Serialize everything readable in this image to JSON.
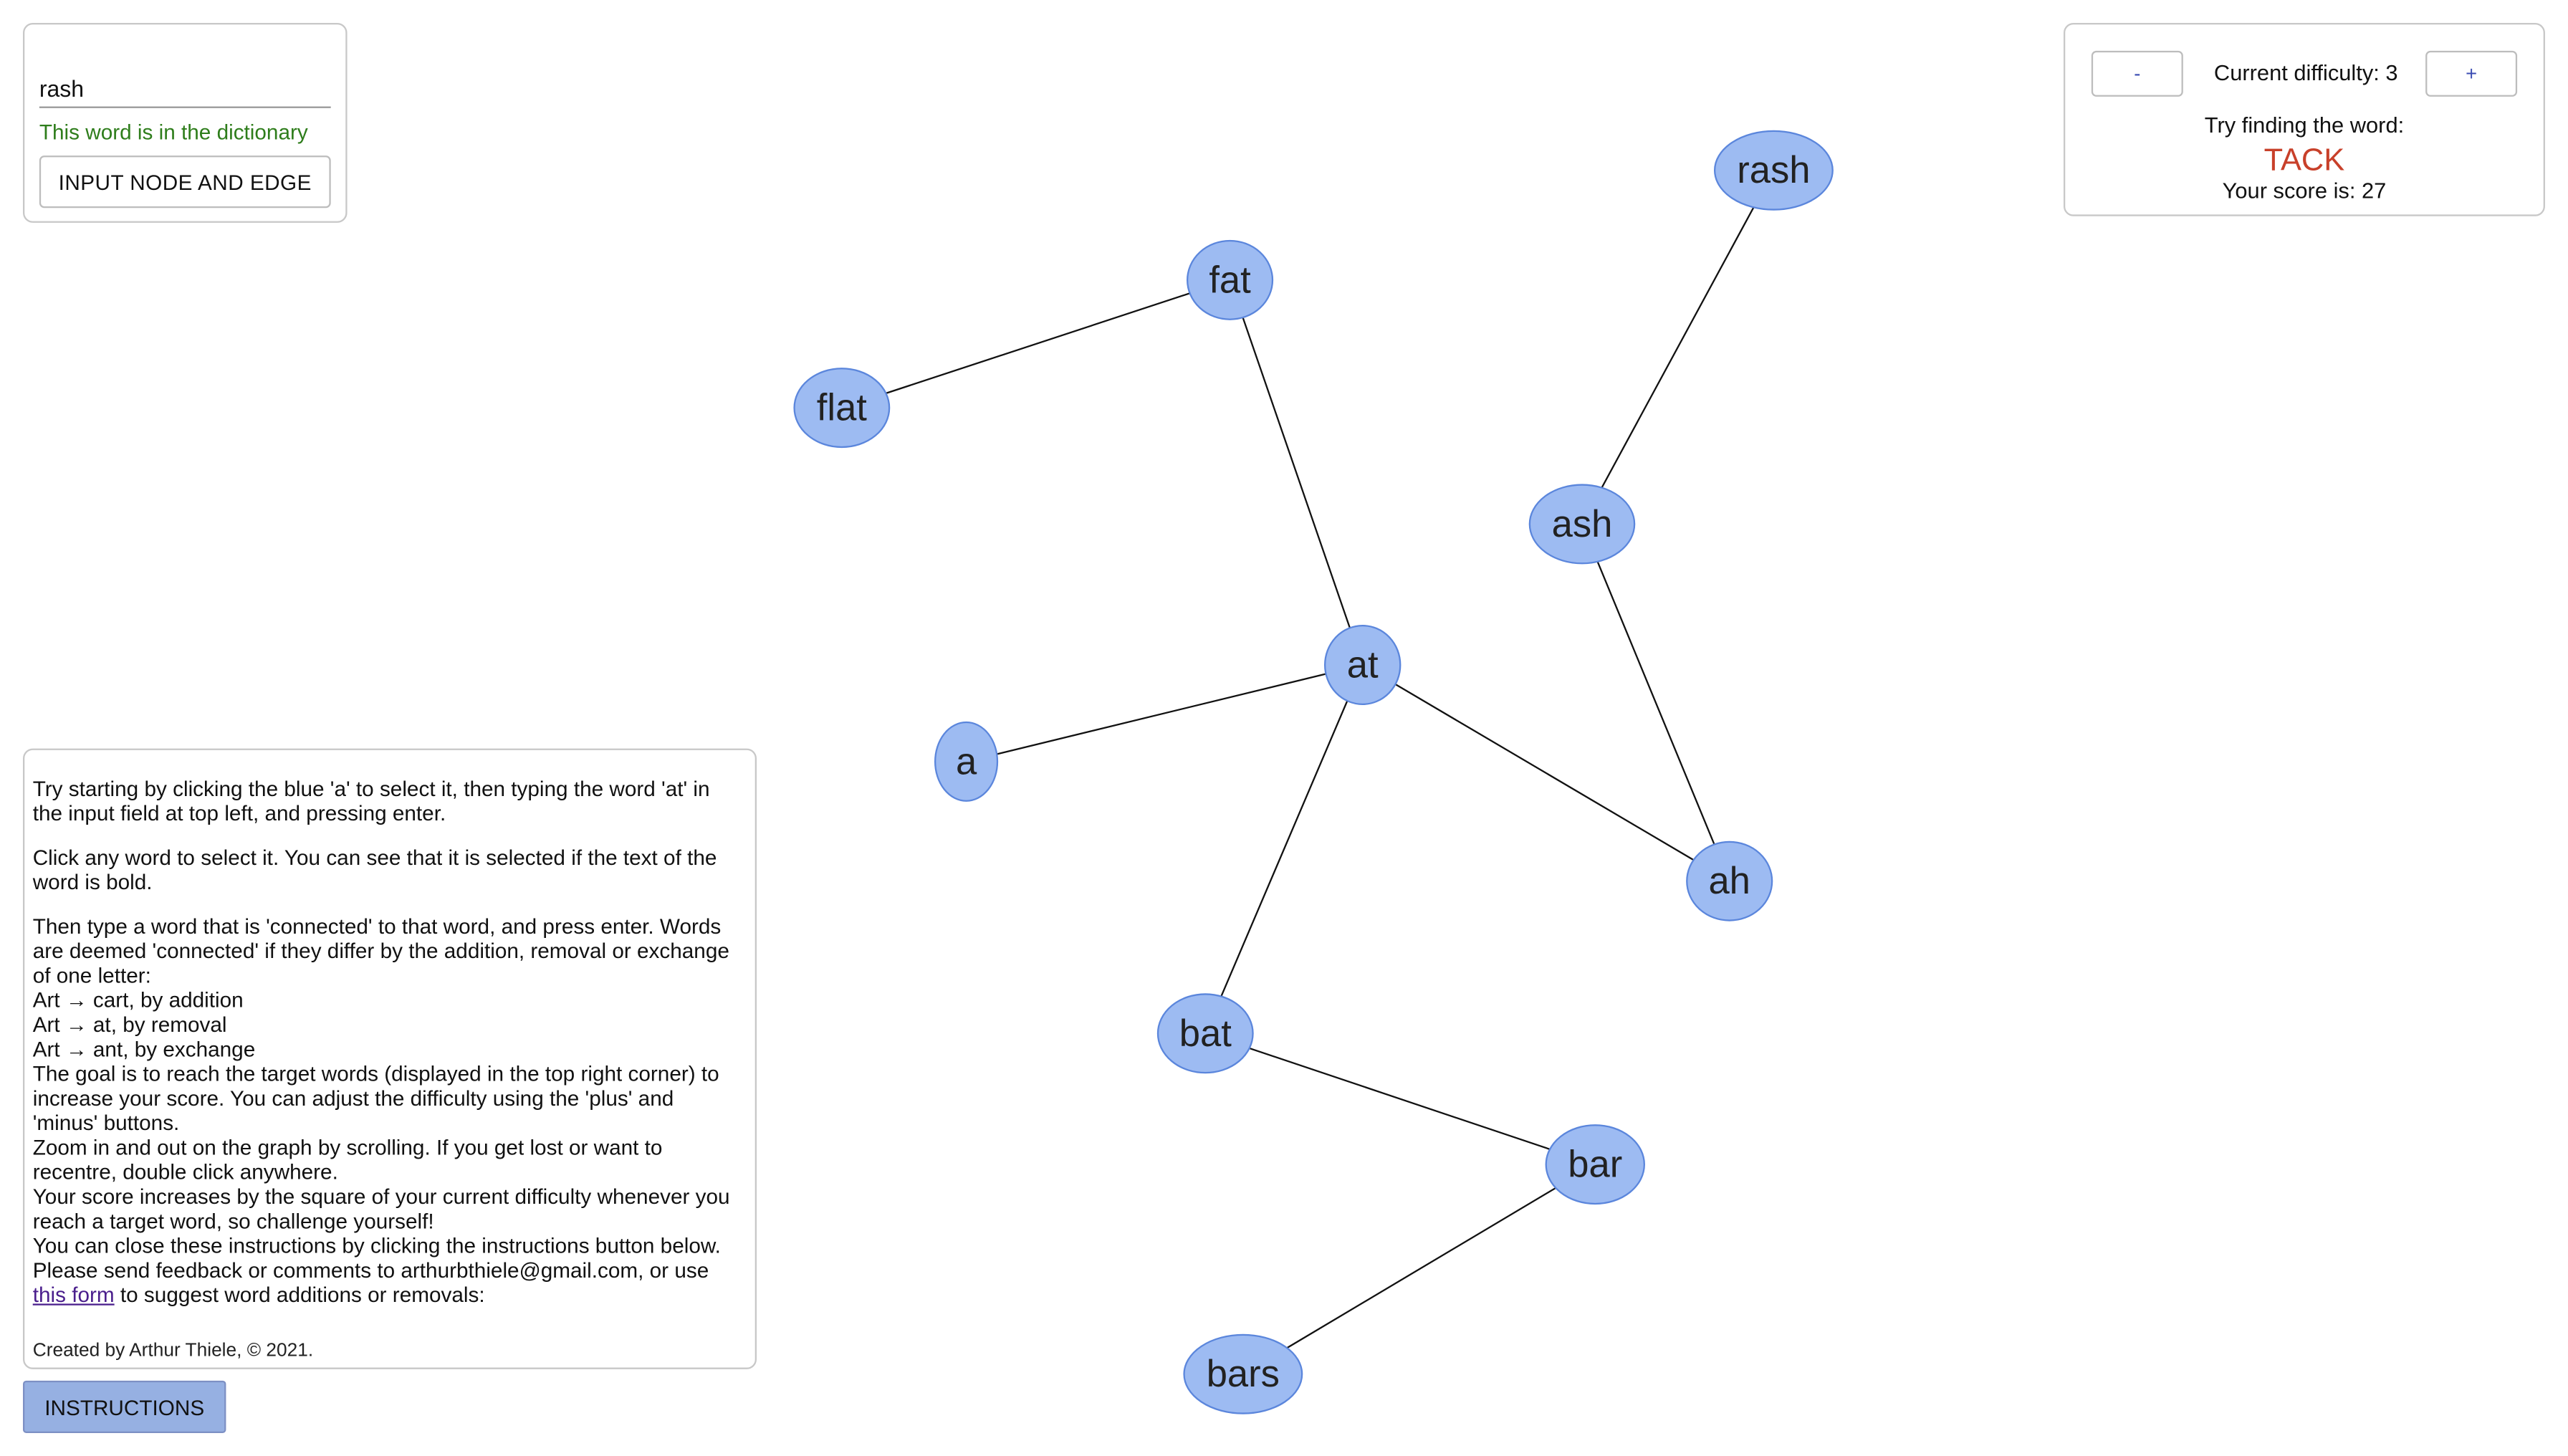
{
  "input_panel": {
    "input_value": "rash",
    "dictionary_status": "This word is in the dictionary",
    "submit_label": "INPUT NODE AND EDGE"
  },
  "difficulty_panel": {
    "minus_label": "-",
    "plus_label": "+",
    "difficulty_text": "Current difficulty: 3",
    "try_finding_text": "Try finding the word:",
    "target_word": "TACK",
    "score_text": "Your score is: 27"
  },
  "instructions": {
    "p1": "Try starting by clicking the blue 'a' to select it, then typing the word 'at' in the input field at top left, and pressing enter.",
    "p2": "Click any word to select it. You can see that it is selected if the text of the word is bold.",
    "p3_lines": [
      "Then type a word that is 'connected' to that word, and press enter. Words are deemed 'connected' if they differ by the addition, removal or exchange of one letter:",
      "Art → cart, by addition",
      "Art → at, by removal",
      "Art → ant, by exchange",
      "The goal is to reach the target words (displayed in the top right corner) to increase your score. You can adjust the difficulty using the 'plus' and 'minus' buttons.",
      "Zoom in and out on the graph by scrolling. If you get lost or want to recentre, double click anywhere.",
      "Your score increases by the square of your current difficulty whenever you reach a target word, so challenge yourself!",
      "You can close these instructions by clicking the instructions button below."
    ],
    "feedback_prefix": "Please send feedback or comments to arthurbthiele@gmail.com, or use ",
    "feedback_link": "this form",
    "feedback_suffix": " to suggest word additions or removals:",
    "credit": "Created by Arthur Thiele, © 2021.",
    "button_label": "INSTRUCTIONS"
  },
  "graph": {
    "nodes": [
      {
        "id": "rash",
        "label": "rash"
      },
      {
        "id": "fat",
        "label": "fat"
      },
      {
        "id": "flat",
        "label": "flat"
      },
      {
        "id": "ash",
        "label": "ash"
      },
      {
        "id": "at",
        "label": "at"
      },
      {
        "id": "a",
        "label": "a"
      },
      {
        "id": "ah",
        "label": "ah"
      },
      {
        "id": "bat",
        "label": "bat"
      },
      {
        "id": "bar",
        "label": "bar"
      },
      {
        "id": "bars",
        "label": "bars"
      }
    ],
    "edges": [
      [
        "flat",
        "fat"
      ],
      [
        "fat",
        "at"
      ],
      [
        "rash",
        "ash"
      ],
      [
        "ash",
        "ah"
      ],
      [
        "a",
        "at"
      ],
      [
        "at",
        "ah"
      ],
      [
        "at",
        "bat"
      ],
      [
        "bat",
        "bar"
      ],
      [
        "bar",
        "bars"
      ]
    ]
  }
}
